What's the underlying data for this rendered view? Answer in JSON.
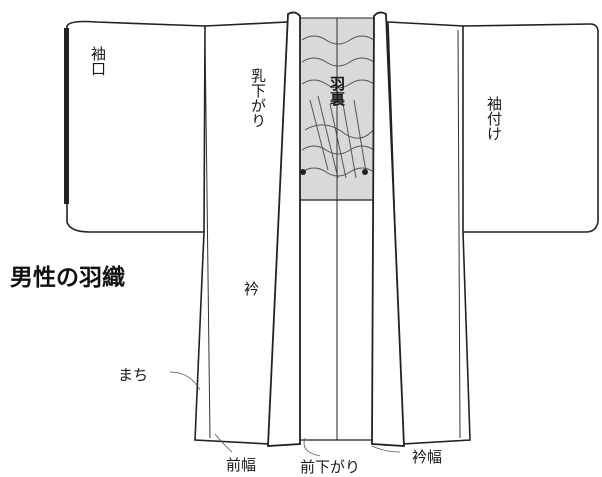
{
  "title": "男性の羽織",
  "labels": {
    "sodeguchi": "袖口",
    "chisagari": "乳下がり",
    "haura": "羽裏",
    "sodetsuke": "袖付け",
    "eri": "衿",
    "machi": "まち",
    "maehaba": "前幅",
    "maesagari": "前下がり",
    "erihaba": "衿幅"
  }
}
